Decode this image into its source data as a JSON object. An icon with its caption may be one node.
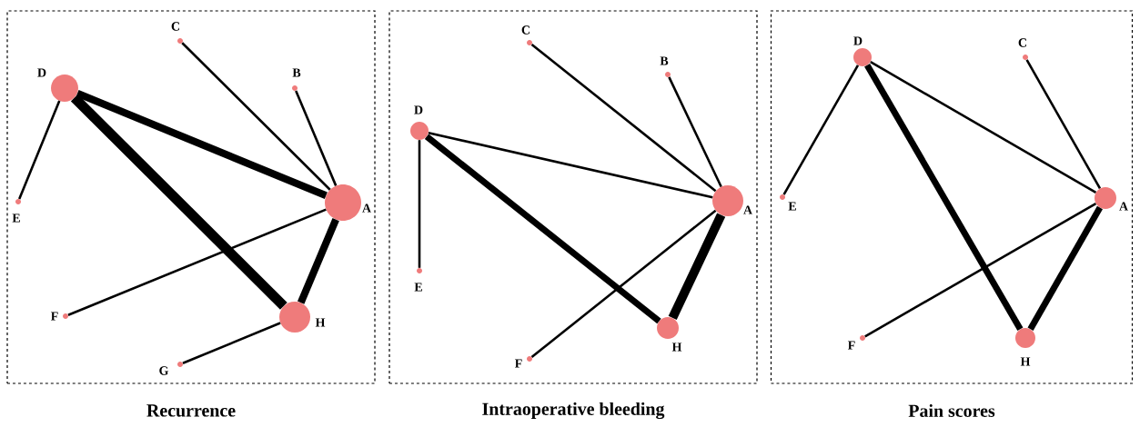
{
  "diagram": {
    "nodes": [
      {
        "text": [
          "Recurrence"
        ]
      },
      {
        "text": [],
        "shape": "circle",
        "beside": [
          "C"
        ],
        "in": 0
      },
      {
        "text": [],
        "shape": "circle",
        "beside": [
          "B"
        ],
        "in": 0
      },
      {
        "text": [],
        "shape": "circle",
        "beside": [
          "D"
        ],
        "in": 0
      },
      {
        "text": [],
        "shape": "circle",
        "beside": [
          "E"
        ],
        "in": 0
      },
      {
        "text": [],
        "shape": "circle",
        "beside": [
          "A"
        ],
        "in": 0
      },
      {
        "text": [],
        "shape": "circle",
        "beside": [
          "F"
        ],
        "in": 0
      },
      {
        "text": [],
        "shape": "circle",
        "beside": [
          "H"
        ],
        "in": 0
      },
      {
        "text": [],
        "shape": "circle",
        "beside": [
          "G"
        ],
        "in": 0
      },
      {
        "text": [
          "Intraoperative bleeding"
        ]
      },
      {
        "text": [],
        "shape": "circle",
        "beside": [
          "C"
        ],
        "in": 9
      },
      {
        "text": [],
        "shape": "circle",
        "beside": [
          "B"
        ],
        "in": 9
      },
      {
        "text": [],
        "shape": "circle",
        "beside": [
          "D"
        ],
        "in": 9
      },
      {
        "text": [],
        "shape": "circle",
        "beside": [
          "A"
        ],
        "in": 9
      },
      {
        "text": [],
        "shape": "circle",
        "beside": [
          "E"
        ],
        "in": 9
      },
      {
        "text": [],
        "shape": "circle",
        "beside": [
          "H"
        ],
        "in": 9
      },
      {
        "text": [],
        "shape": "circle",
        "beside": [
          "F"
        ],
        "in": 9
      },
      {
        "text": [
          "Pain scores"
        ]
      },
      {
        "text": [],
        "shape": "circle",
        "beside": [
          "D"
        ],
        "in": 17
      },
      {
        "text": [],
        "shape": "circle",
        "beside": [
          "C"
        ],
        "in": 17
      },
      {
        "text": [],
        "shape": "circle",
        "beside": [
          "E"
        ],
        "in": 17
      },
      {
        "text": [],
        "shape": "circle",
        "beside": [
          "A"
        ],
        "in": 17
      },
      {
        "text": [],
        "shape": "circle",
        "beside": [
          "F"
        ],
        "in": 17
      },
      {
        "text": [],
        "shape": "circle",
        "beside": [
          "H"
        ],
        "in": 17
      }
    ],
    "edges": [
      {
        "from": 3,
        "to": 5,
        "arrow": "none",
        "style": "thick"
      },
      {
        "from": 3,
        "to": 7,
        "arrow": "none",
        "style": "thick"
      },
      {
        "from": 3,
        "to": 4,
        "arrow": "none"
      },
      {
        "from": 1,
        "to": 5,
        "arrow": "none"
      },
      {
        "from": 2,
        "to": 5,
        "arrow": "none"
      },
      {
        "from": 6,
        "to": 5,
        "arrow": "none"
      },
      {
        "from": 7,
        "to": 5,
        "arrow": "none",
        "style": "thick"
      },
      {
        "from": 8,
        "to": 7,
        "arrow": "none"
      },
      {
        "from": 12,
        "to": 13,
        "arrow": "none"
      },
      {
        "from": 12,
        "to": 14,
        "arrow": "none"
      },
      {
        "from": 12,
        "to": 15,
        "arrow": "none",
        "style": "thick"
      },
      {
        "from": 10,
        "to": 13,
        "arrow": "none"
      },
      {
        "from": 11,
        "to": 13,
        "arrow": "none"
      },
      {
        "from": 16,
        "to": 13,
        "arrow": "none"
      },
      {
        "from": 15,
        "to": 13,
        "arrow": "none",
        "style": "thick"
      },
      {
        "from": 18,
        "to": 21,
        "arrow": "none"
      },
      {
        "from": 18,
        "to": 20,
        "arrow": "none"
      },
      {
        "from": 18,
        "to": 23,
        "arrow": "none",
        "style": "thick"
      },
      {
        "from": 19,
        "to": 21,
        "arrow": "none"
      },
      {
        "from": 22,
        "to": 21,
        "arrow": "none"
      },
      {
        "from": 23,
        "to": 21,
        "arrow": "none",
        "style": "thick"
      }
    ]
  }
}
